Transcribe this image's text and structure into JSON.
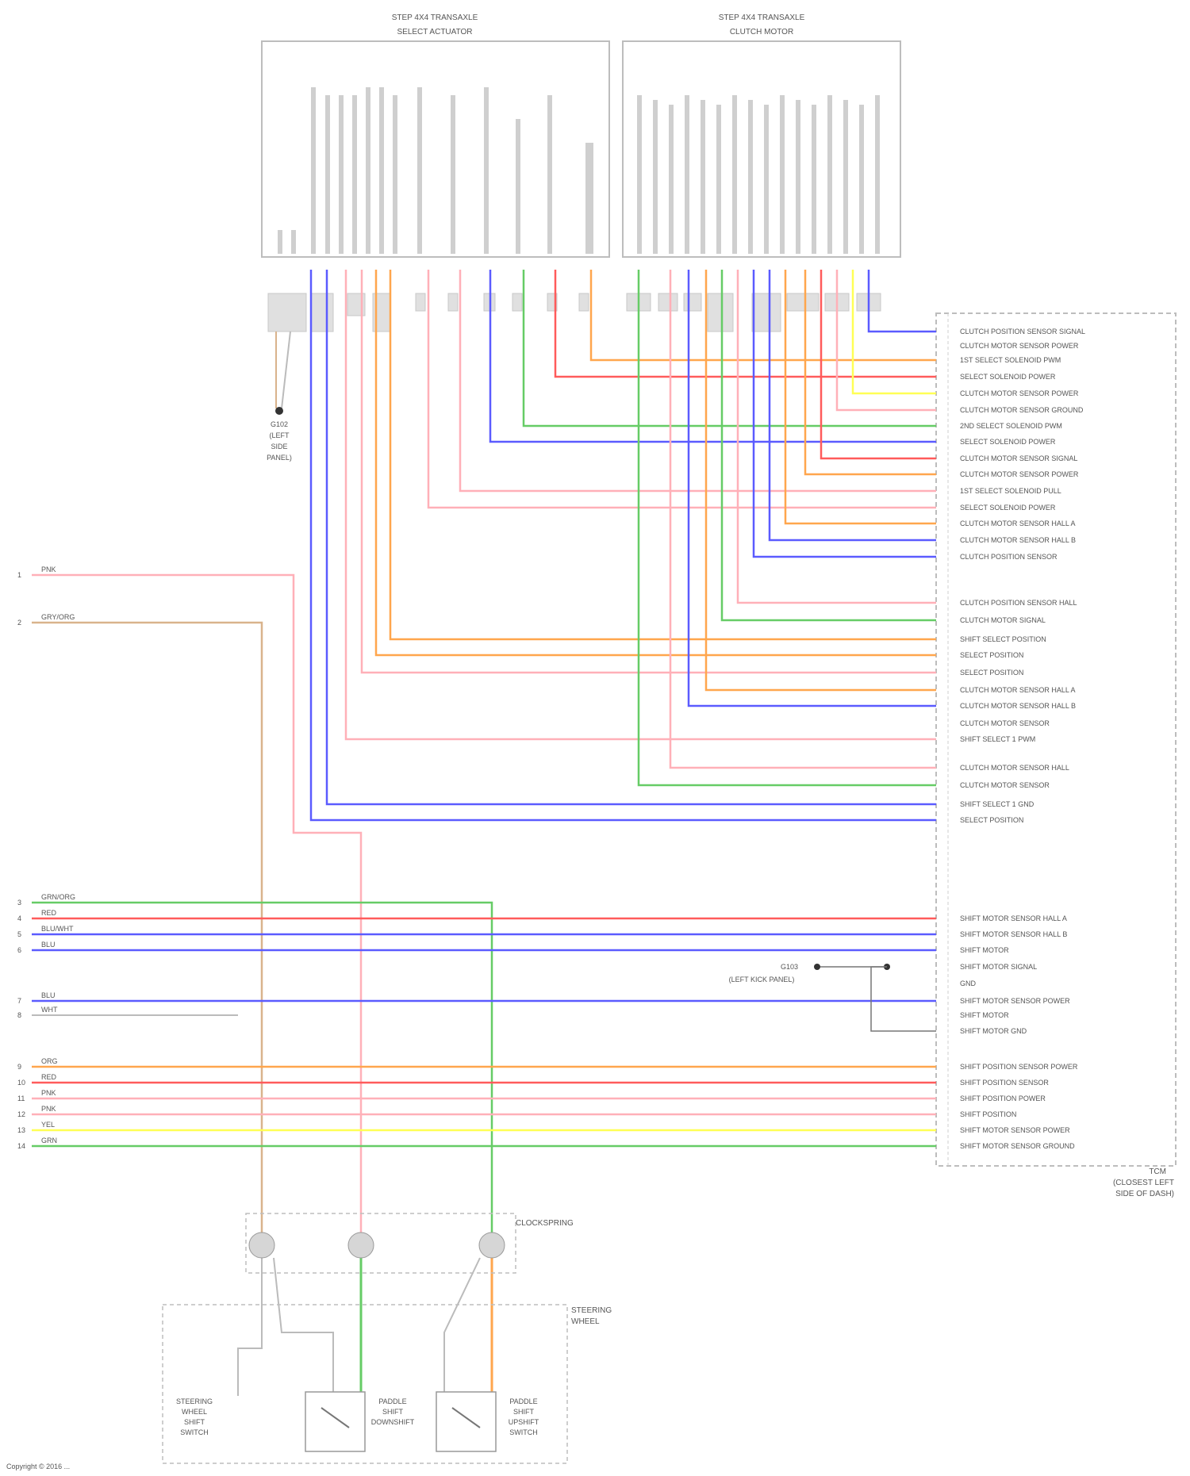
{
  "diagram": {
    "footer": "Copyright © 2016 ...",
    "boxes": {
      "top_left_title_1": "STEP 4X4 TRANSAXLE",
      "top_left_title_2": "SELECT ACTUATOR",
      "top_right_title_1": "STEP 4X4 TRANSAXLE",
      "top_right_title_2": "CLUTCH MOTOR",
      "right_module_1": "TCM",
      "right_module_2": "(CLOSEST LEFT",
      "right_module_3": "SIDE OF DASH)",
      "ground_top_1": "G102",
      "ground_top_2": "(LEFT",
      "ground_top_3": "SIDE",
      "ground_top_4": "PANEL)",
      "ground_mid_1": "G103",
      "ground_mid_2": "(LEFT KICK PANEL)",
      "clockspring": "CLOCKSPRING",
      "steering_wheel_1": "STEERING",
      "steering_wheel_2": "WHEEL",
      "sw_left_1": "STEERING",
      "sw_left_2": "WHEEL",
      "sw_left_3": "SHIFT",
      "sw_left_4": "SWITCH",
      "sw_mid_1": "PADDLE",
      "sw_mid_2": "SHIFT",
      "sw_mid_3": "DOWNSHIFT",
      "sw_right_1": "PADDLE",
      "sw_right_2": "SHIFT",
      "sw_right_3": "UPSHIFT",
      "sw_right_4": "SWITCH"
    },
    "left_wires": [
      {
        "pin": "1",
        "label": "PNK"
      },
      {
        "pin": "2",
        "label": "GRY/ORG"
      },
      {
        "pin": "3",
        "label": "GRN/ORG"
      },
      {
        "pin": "4",
        "label": "RED"
      },
      {
        "pin": "5",
        "label": "BLU/WHT"
      },
      {
        "pin": "6",
        "label": "BLU"
      },
      {
        "pin": "7",
        "label": "BLU"
      },
      {
        "pin": "8",
        "label": "WHT"
      },
      {
        "pin": "9",
        "label": "ORG"
      },
      {
        "pin": "10",
        "label": "RED"
      },
      {
        "pin": "11",
        "label": "PNK"
      },
      {
        "pin": "12",
        "label": "PNK"
      },
      {
        "pin": "13",
        "label": "YEL"
      },
      {
        "pin": "14",
        "label": "GRN"
      }
    ],
    "tcm_labels": [
      "CLUTCH POSITION SENSOR SIGNAL",
      "CLUTCH MOTOR SENSOR POWER",
      "1ST SELECT SOLENOID PWM",
      "SELECT SOLENOID POWER",
      "CLUTCH MOTOR SENSOR POWER",
      "CLUTCH MOTOR SENSOR GROUND",
      "2ND SELECT SOLENOID PWM",
      "SELECT SOLENOID POWER",
      "CLUTCH MOTOR SENSOR SIGNAL",
      "CLUTCH MOTOR SENSOR POWER",
      "1ST SELECT SOLENOID PULL",
      "SELECT SOLENOID POWER",
      "CLUTCH MOTOR SENSOR HALL A",
      "CLUTCH MOTOR SENSOR HALL B",
      "CLUTCH POSITION SENSOR",
      "CLUTCH POSITION SENSOR HALL",
      "CLUTCH MOTOR SIGNAL",
      "SHIFT SELECT POSITION",
      "SELECT POSITION",
      "SELECT POSITION",
      "CLUTCH MOTOR SENSOR HALL A",
      "CLUTCH MOTOR SENSOR HALL B",
      "CLUTCH MOTOR SENSOR",
      "SHIFT SELECT 1 PWM",
      "CLUTCH MOTOR SENSOR HALL",
      "CLUTCH MOTOR SENSOR",
      "SHIFT SELECT 1 GND",
      "SELECT POSITION",
      "SHIFT MOTOR SENSOR HALL A",
      "SHIFT MOTOR SENSOR HALL B",
      "SHIFT MOTOR",
      "SHIFT MOTOR SIGNAL",
      "GND",
      "SHIFT MOTOR SENSOR POWER",
      "SHIFT MOTOR",
      "SHIFT MOTOR GND",
      "SHIFT POSITION SENSOR POWER",
      "SHIFT POSITION SENSOR",
      "SHIFT POSITION POWER",
      "SHIFT POSITION",
      "SHIFT MOTOR SENSOR POWER",
      "SHIFT MOTOR SENSOR GROUND"
    ],
    "legend_colors": {
      "blue": "#5b5bff",
      "red": "#ff5b5b",
      "pink": "#ffb0b8",
      "orange": "#ffa64d",
      "green": "#66cc66",
      "yellow": "#ffff55",
      "gray": "#bbbbbb",
      "tan": "#d9b38c"
    }
  }
}
